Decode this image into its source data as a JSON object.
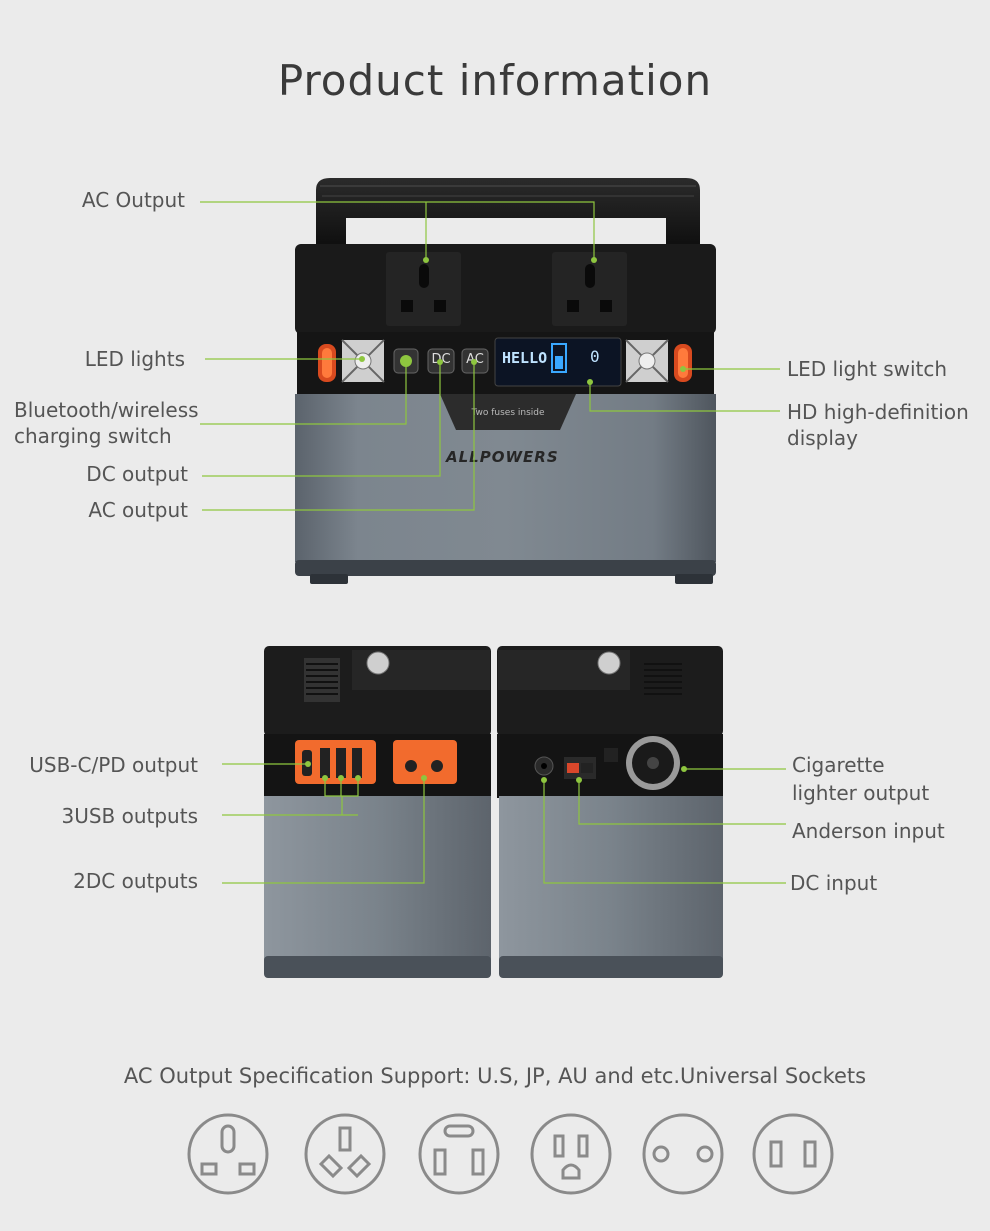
{
  "title": "Product information",
  "labels": {
    "ac_output_top": "AC Output",
    "led_lights": "LED lights",
    "bt_switch_1": "Bluetooth/wireless",
    "bt_switch_2": "charging switch",
    "dc_output": "DC output",
    "ac_output": "AC output",
    "led_light_switch": "LED light switch",
    "hd_display_1": "HD high-definition",
    "hd_display_2": "display",
    "usbc_pd": "USB-C/PD output",
    "usb3": "3USB outputs",
    "dc2": "2DC outputs",
    "cig_1": "Cigarette",
    "cig_2": "lighter output",
    "anderson": "Anderson input",
    "dc_input": "DC input"
  },
  "device": {
    "brand": "ALLPOWERS",
    "fuse_text": "Two fuses inside",
    "display_text": "HELLO",
    "display_num": "0",
    "btn_dc": "DC",
    "btn_ac": "AC"
  },
  "spec": "AC Output Specification Support: U.S, JP, AU and etc.Universal Sockets",
  "colors": {
    "accent_line": "#8ec63f",
    "orange": "#f26b2d",
    "black_top": "#1b1b1b",
    "body_grey": "#6d7680"
  }
}
